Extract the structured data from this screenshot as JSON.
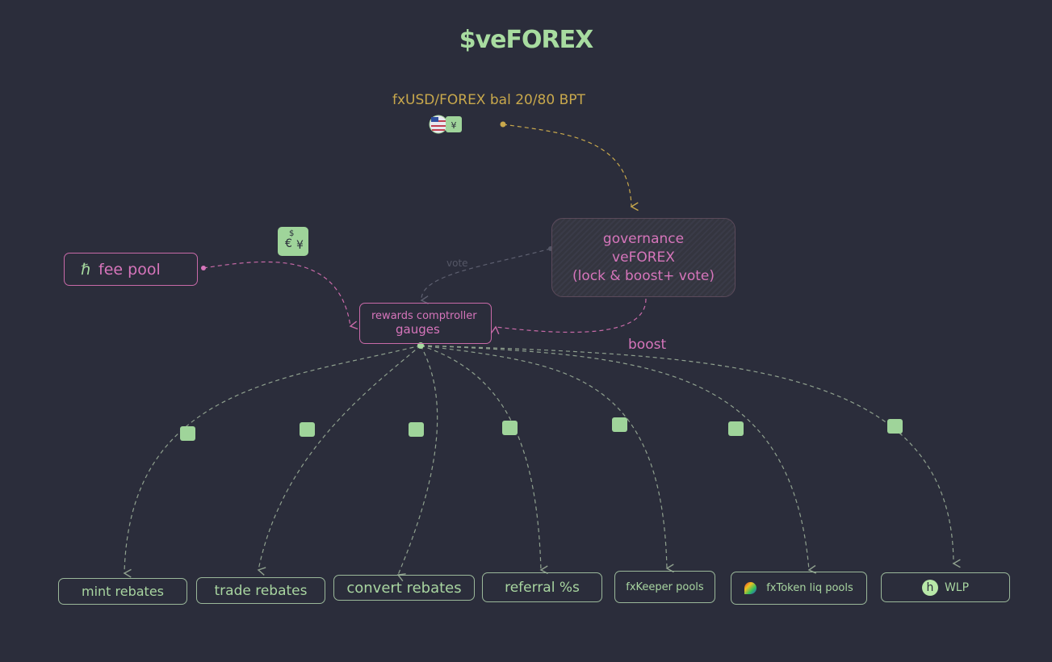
{
  "title": "$veFOREX",
  "bpt_label": "fxUSD/FOREX bal 20/80 BPT",
  "fee_pool": {
    "label": "fee pool"
  },
  "governance": {
    "line1": "governance",
    "line2": "veFOREX",
    "line3": "(lock & boost+ vote)"
  },
  "rewards": {
    "line1": "rewards comptroller",
    "line2": "gauges"
  },
  "edge_labels": {
    "vote": "vote",
    "boost": "boost"
  },
  "targets": [
    {
      "label": "mint rebates"
    },
    {
      "label": "trade rebates"
    },
    {
      "label": "convert rebates"
    },
    {
      "label": "referral %s"
    },
    {
      "label": "fxKeeper pools"
    },
    {
      "label": "fxToken liq pools"
    },
    {
      "label": "WLP"
    }
  ],
  "colors": {
    "green": "#a8dca0",
    "gold": "#c8a84c",
    "pink": "#d675bb",
    "background": "#2b2d3b"
  }
}
